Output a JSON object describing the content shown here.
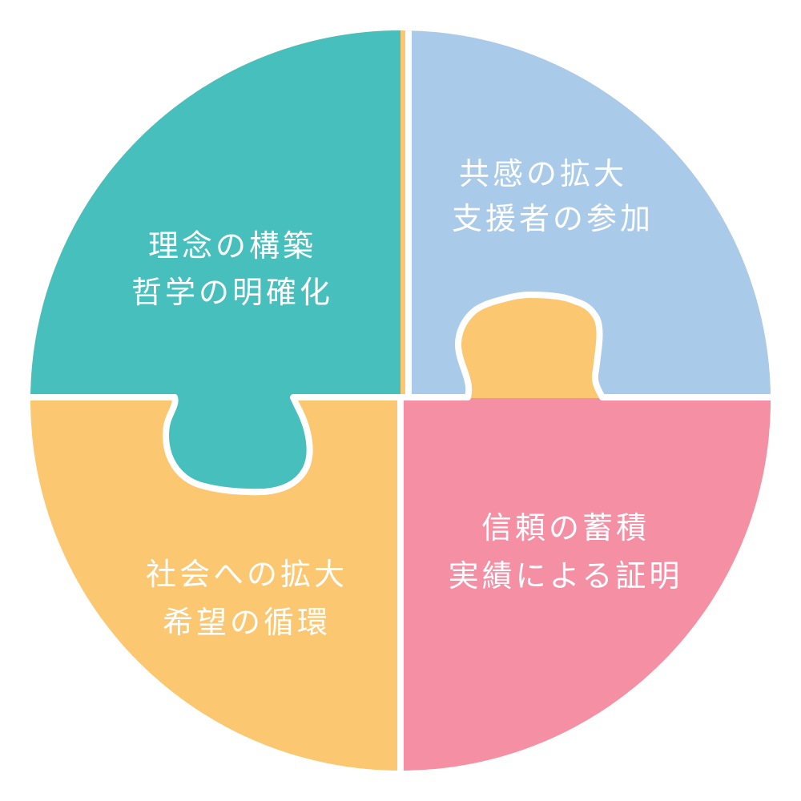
{
  "colors": {
    "teal": "#47BFBC",
    "blue": "#A9CAE8",
    "yellow": "#FBC770",
    "pink": "#F48FA4",
    "separator": "#ffffff",
    "text": "#ffffff"
  },
  "pieces": {
    "top_left": {
      "line1": "理念の構築",
      "line2": "哲学の明確化"
    },
    "top_right": {
      "line1": "共感の拡大",
      "line2": "支援者の参加"
    },
    "bottom_right": {
      "line1": "信頼の蓄積",
      "line2": "実績による証明"
    },
    "bottom_left": {
      "line1": "社会への拡大",
      "line2": "希望の循環"
    }
  }
}
